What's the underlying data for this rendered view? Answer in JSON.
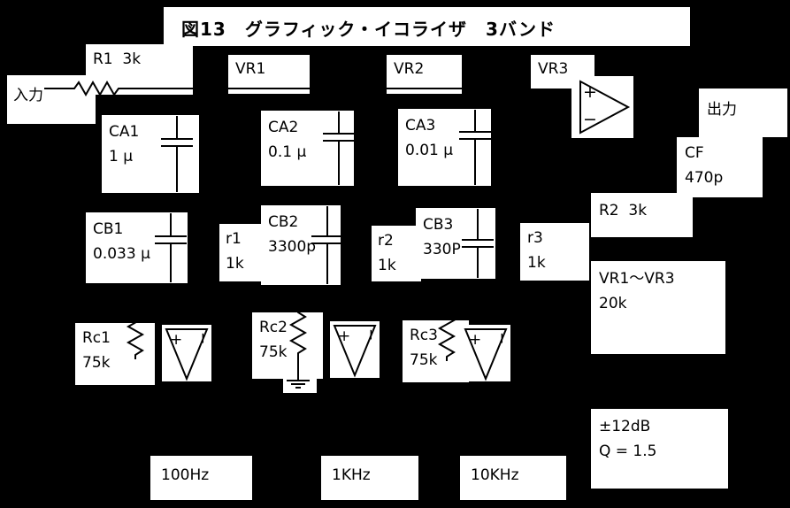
{
  "title": "図13　グラフィック・イコライザ　3バンド",
  "io": {
    "input": "入力",
    "output": "出力"
  },
  "components": {
    "r1": "R1  3k",
    "vr1": "VR1",
    "vr2": "VR2",
    "vr3": "VR3",
    "ca1": {
      "name": "CA1",
      "value": "1 μ"
    },
    "ca2": {
      "name": "CA2",
      "value": "0.1 μ"
    },
    "ca3": {
      "name": "CA3",
      "value": "0.01 μ"
    },
    "cb1": {
      "name": "CB1",
      "value": "0.033 μ"
    },
    "cb2": {
      "name": "CB2",
      "value": "3300p"
    },
    "cb3": {
      "name": "CB3",
      "value": "330P"
    },
    "r1_small": {
      "name": "r1",
      "value": "1k"
    },
    "r2_small": {
      "name": "r2",
      "value": "1k"
    },
    "r3_small": {
      "name": "r3",
      "value": "1k"
    },
    "r2": "R2  3k",
    "cf": {
      "name": "CF",
      "value": "470p"
    },
    "vr_group": {
      "name": "VR1〜VR3",
      "value": "20k"
    },
    "rc1": {
      "name": "Rc1",
      "value": "75k"
    },
    "rc2": {
      "name": "Rc2",
      "value": "75k"
    },
    "rc3": {
      "name": "Rc3",
      "value": "75k"
    }
  },
  "spec": {
    "gain": "±12dB",
    "q": "Q = 1.5"
  },
  "bands": {
    "low": "100Hz",
    "mid": "1KHz",
    "high": "10KHz"
  },
  "opamp": {
    "plus": "+",
    "minus": "−"
  }
}
